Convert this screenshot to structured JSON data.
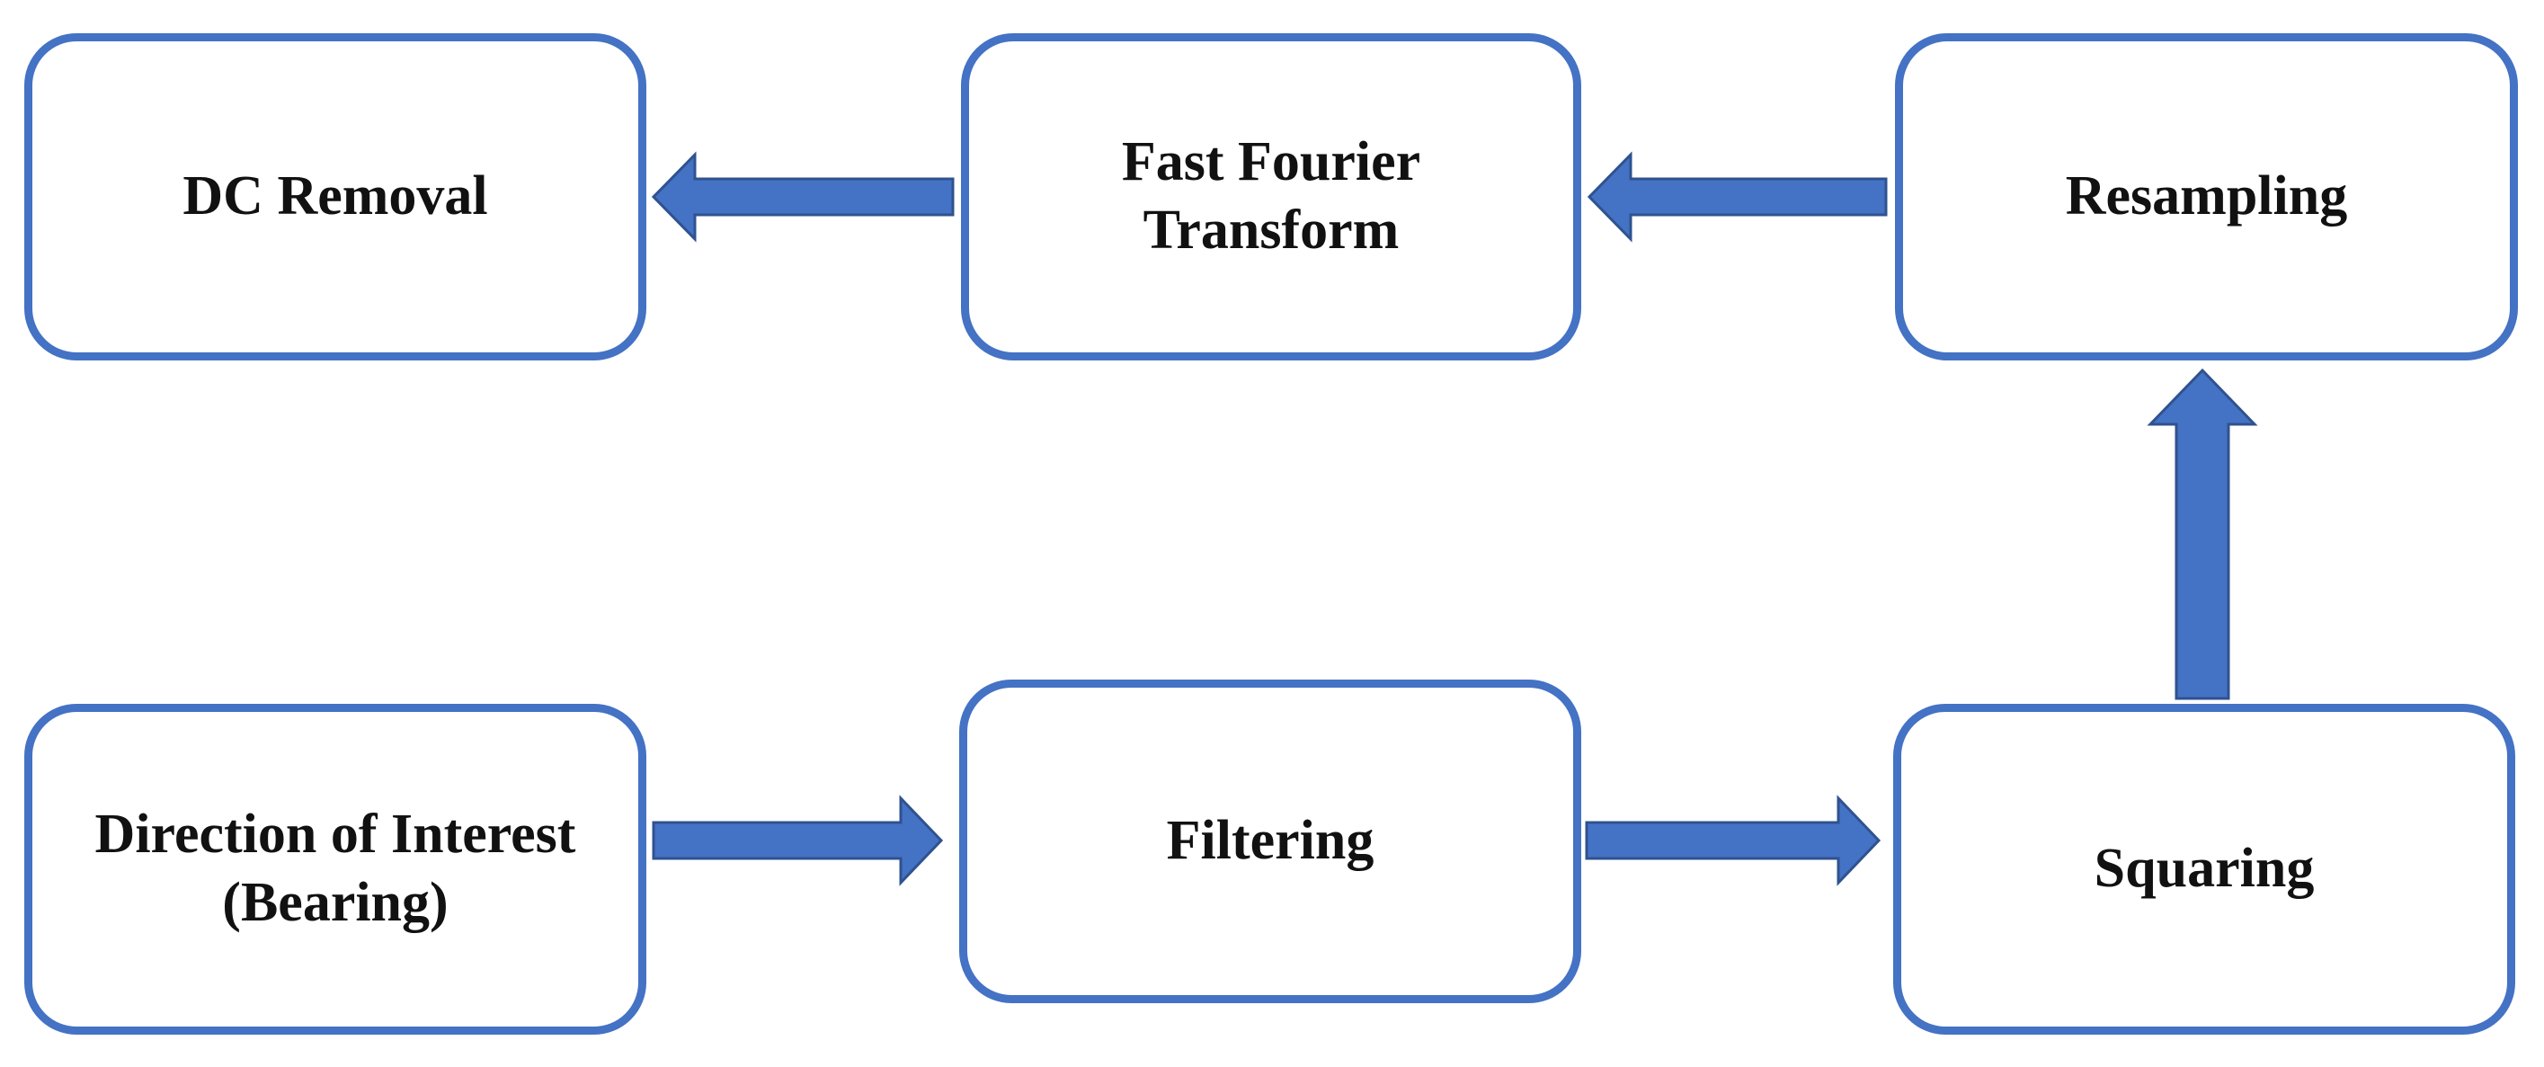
{
  "diagram": {
    "nodes": {
      "direction_of_interest": "Direction of Interest\n(Bearing)",
      "filtering": "Filtering",
      "squaring": "Squaring",
      "resampling": "Resampling",
      "fast_fourier_transform": "Fast Fourier\nTransform",
      "dc_removal": "DC Removal"
    },
    "edges": [
      {
        "from": "direction_of_interest",
        "to": "filtering"
      },
      {
        "from": "filtering",
        "to": "squaring"
      },
      {
        "from": "squaring",
        "to": "resampling"
      },
      {
        "from": "resampling",
        "to": "fast_fourier_transform"
      },
      {
        "from": "fast_fourier_transform",
        "to": "dc_removal"
      }
    ],
    "colors": {
      "box_border": "#4472C4",
      "arrow_fill": "#4472C4",
      "arrow_outline": "#2F528F",
      "text": "#111111"
    }
  }
}
